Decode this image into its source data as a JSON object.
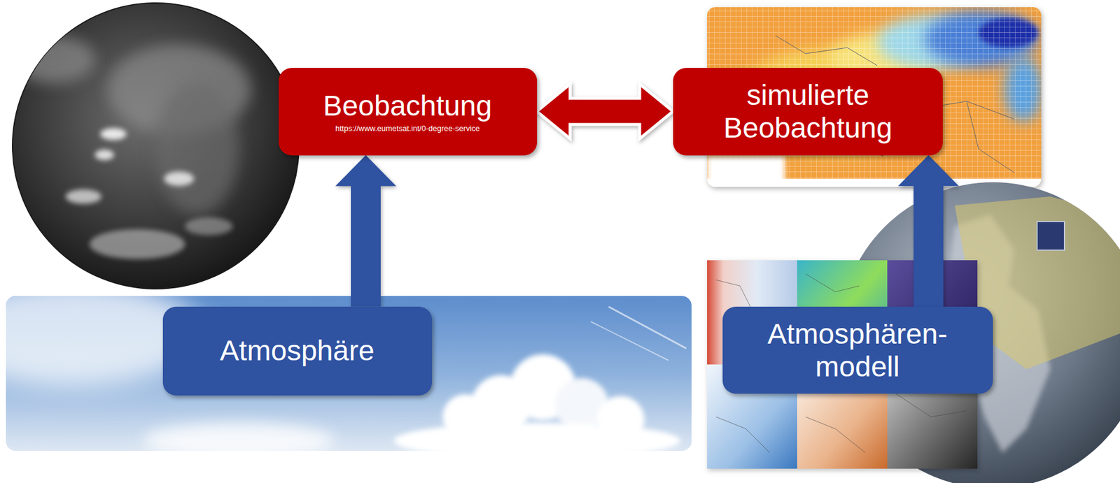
{
  "diagram": {
    "nodes": [
      {
        "text": [
          "Beobachtung",
          "https://www.eumetsat.int/0-degree-service"
        ]
      },
      {
        "text": [
          "simulierte Beobachtung"
        ]
      },
      {
        "text": [
          "Atmosphäre"
        ]
      },
      {
        "text": [
          "Atmosphären- modell"
        ]
      }
    ],
    "edges": [
      {
        "from": 0,
        "to": 1,
        "arrow": "both"
      },
      {
        "from": 2,
        "to": 0,
        "arrow": "to"
      },
      {
        "from": 3,
        "to": 1,
        "arrow": "to"
      }
    ]
  }
}
